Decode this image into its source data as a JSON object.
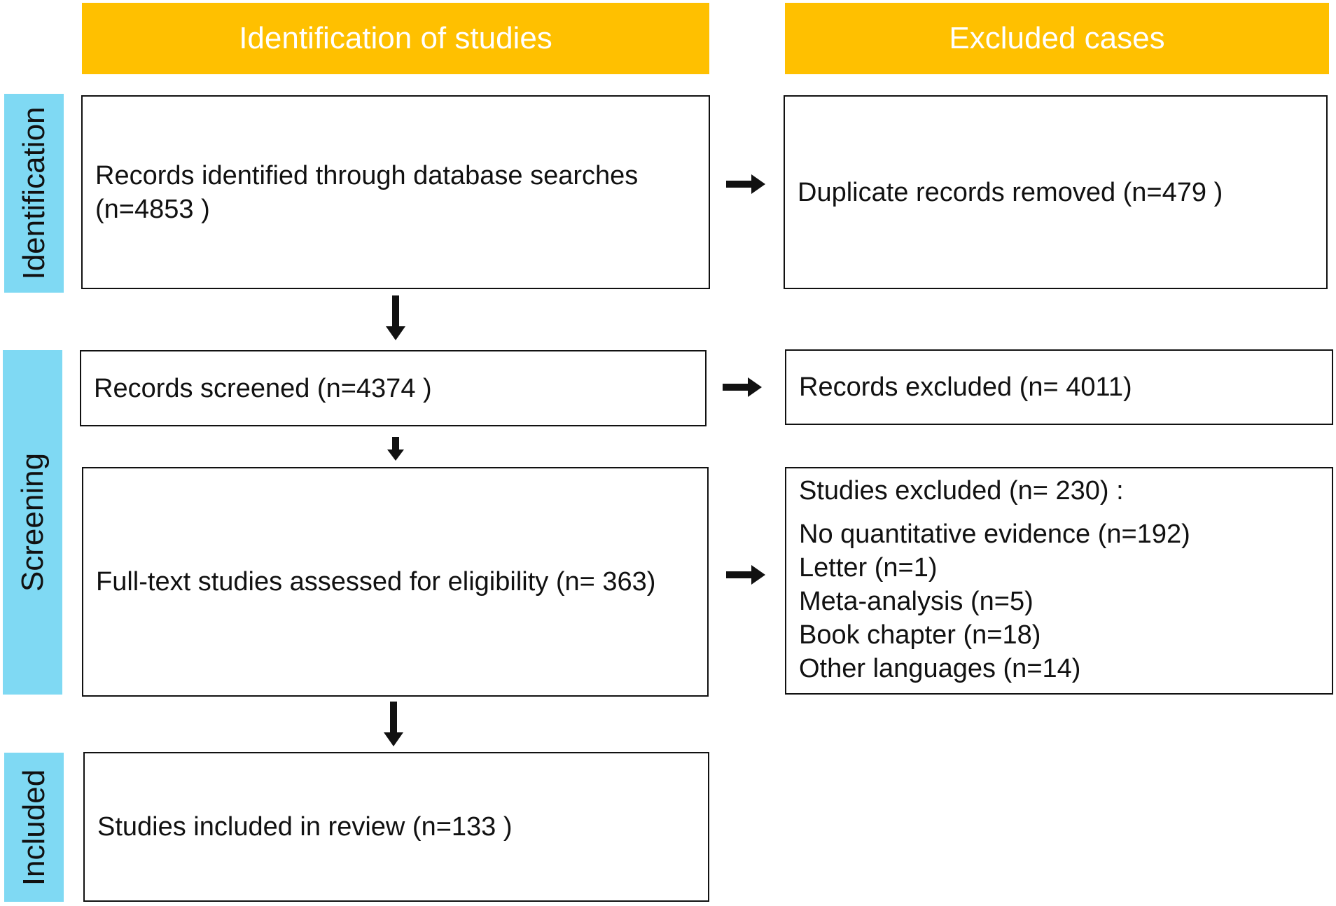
{
  "colors": {
    "header": "#ffc000",
    "side": "#7fd9f3",
    "header_text": "#ffffff",
    "border": "#111111"
  },
  "headers": {
    "left": "Identification of studies",
    "right": "Excluded cases"
  },
  "stages": {
    "identification": "Identification",
    "screening": "Screening",
    "included": "Included"
  },
  "boxes": {
    "records_identified": {
      "line1": "Records identified through database searches",
      "line2": "(n=4853 )"
    },
    "duplicates_removed": "Duplicate records removed (n=479 )",
    "records_screened": "Records screened (n=4374 )",
    "records_excluded": "Records excluded (n= 4011)",
    "full_text": "Full-text studies assessed for eligibility (n= 363)",
    "studies_excluded": {
      "title": "Studies excluded (n= 230) :",
      "items": [
        "No quantitative evidence (n=192)",
        "Letter (n=1)",
        "Meta-analysis (n=5)",
        "Book chapter (n=18)",
        "Other languages (n=14)"
      ]
    },
    "included": "Studies included in review (n=133 )"
  }
}
